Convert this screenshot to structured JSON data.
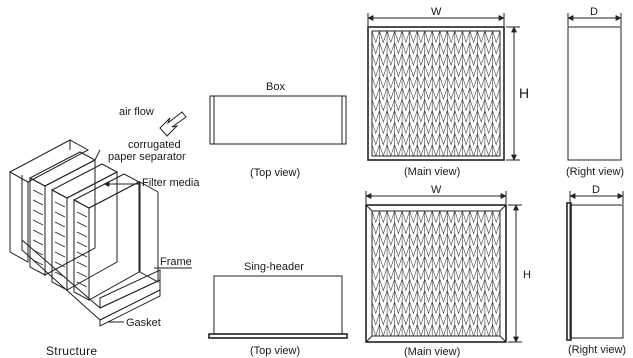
{
  "structure": {
    "title": "Structure",
    "callouts": {
      "airflow": "air flow",
      "separator_line1": "corrugated",
      "separator_line2": "paper separator",
      "filter_media": "Filter media",
      "frame": "Frame",
      "gasket": "Gasket"
    }
  },
  "box_type": {
    "label": "Box",
    "top_view": "(Top view)",
    "main_view": "(Main view)",
    "right_view": "(Right view)",
    "dims": {
      "width": "W",
      "height": "H",
      "depth": "D"
    }
  },
  "sing_header_type": {
    "label": "Sing-header",
    "top_view": "(Top view)",
    "main_view": "(Main view)",
    "right_view": "(Right view)",
    "dims": {
      "width": "W",
      "height": "H",
      "depth": "D"
    }
  }
}
